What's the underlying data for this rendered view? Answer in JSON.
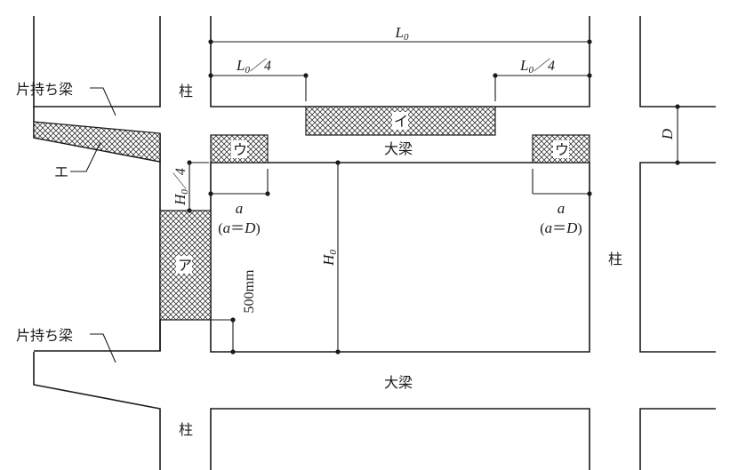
{
  "labels": {
    "column": "柱",
    "girder": "大梁",
    "cantilever": "片持ち梁",
    "zone_a": "ア",
    "zone_i": "イ",
    "zone_u": "ウ",
    "zone_e": "エ",
    "span": "L",
    "span_sub": "0",
    "span_quarter_suffix": "／4",
    "height": "H",
    "height_sub": "0",
    "height_quarter_suffix": "／4",
    "a": "a",
    "a_eq_prefix": "(",
    "a_eq_mid": "a",
    "a_eq_eq": "＝",
    "a_eq_D": "D",
    "a_eq_suffix": ")",
    "depth": "D",
    "dim_500": "500mm"
  }
}
